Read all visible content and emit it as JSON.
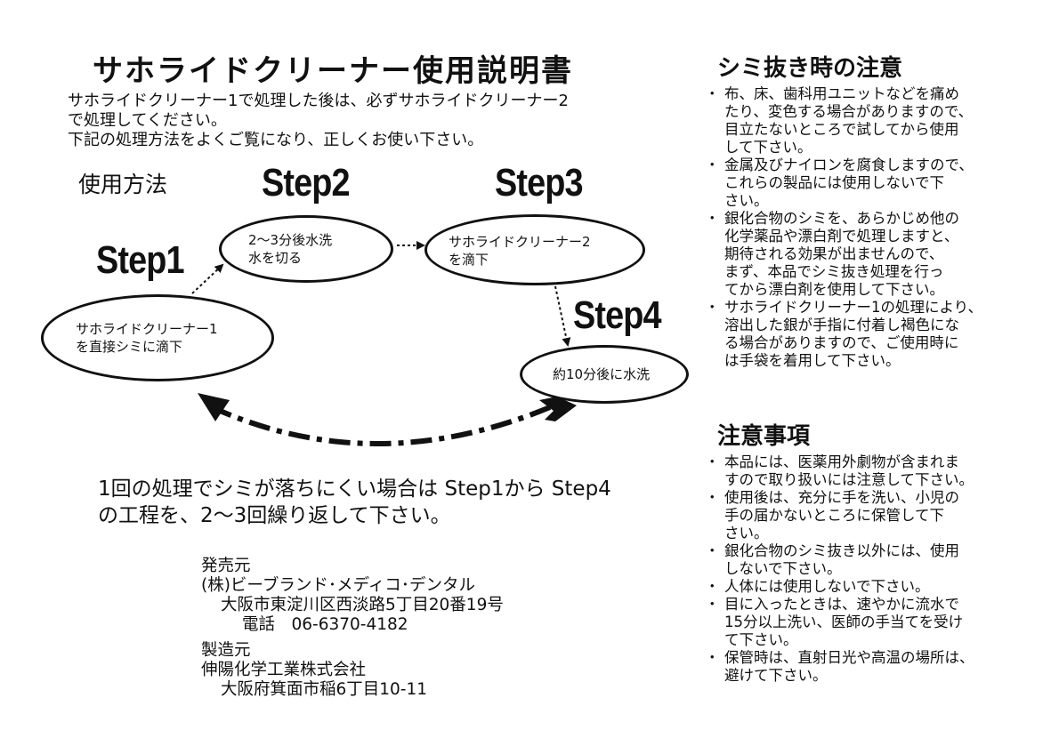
{
  "title": "サホライドクリーナー使用説明書",
  "intro": [
    "サホライドクリーナー1で処理した後は、必ずサホライドクリーナー2",
    "で処理してください。",
    "下記の処理方法をよくご覧になり、正しくお使い下さい。"
  ],
  "usage_heading": "使用方法",
  "steps": {
    "step1": {
      "label": "Step1",
      "text": [
        "サホライドクリーナー1",
        "を直接シミに滴下"
      ]
    },
    "step2": {
      "label": "Step2",
      "text": [
        "2〜3分後水洗",
        "水を切る"
      ]
    },
    "step3": {
      "label": "Step3",
      "text": [
        "サホライドクリーナー2",
        "を滴下"
      ]
    },
    "step4": {
      "label": "Step4",
      "text": [
        "約10分後に水洗"
      ]
    }
  },
  "repeat_note": [
    "1回の処理でシミが落ちにくい場合は Step1から Step4",
    "の工程を、2〜3回繰り返して下さい。"
  ],
  "seller": {
    "heading": "発売元",
    "name": "(株)ビーブランド･メディコ･デンタル",
    "address": "大阪市東淀川区西淡路5丁目20番19号",
    "phone": "電話　06-6370-4182"
  },
  "manufacturer": {
    "heading": "製造元",
    "name": "伸陽化学工業株式会社",
    "address": "大阪府箕面市稲6丁目10-11"
  },
  "stain_removal": {
    "heading": "シミ抜き時の注意",
    "items": [
      [
        "布、床、歯科用ユニットなどを痛め",
        "たり、変色する場合がありますので、",
        "目立たないところで試してから使用",
        "して下さい。"
      ],
      [
        "金属及びナイロンを腐食しますので、",
        "これらの製品には使用しないで下",
        "さい。"
      ],
      [
        "銀化合物のシミを、あらかじめ他の",
        "化学薬品や漂白剤で処理しますと、",
        "期待される効果が出ませんので、",
        "まず、本品でシミ抜き処理を行っ",
        "てから漂白剤を使用して下さい。"
      ],
      [
        "サホライドクリーナー1の処理により、",
        "溶出した銀が手指に付着し褐色にな",
        "る場合がありますので、ご使用時に",
        "は手袋を着用して下さい。"
      ]
    ]
  },
  "precautions": {
    "heading": "注意事項",
    "items": [
      [
        "本品には、医薬用外劇物が含まれま",
        "すので取り扱いには注意して下さい。"
      ],
      [
        "使用後は、充分に手を洗い、小児の",
        "手の届かないところに保管して下",
        "さい。"
      ],
      [
        "銀化合物のシミ抜き以外には、使用",
        "しないで下さい。"
      ],
      [
        "人体には使用しないで下さい。"
      ],
      [
        "目に入ったときは、速やかに流水で",
        "15分以上洗い、医師の手当てを受け",
        "て下さい。"
      ],
      [
        "保管時は、直射日光や高温の場所は、",
        "避けて下さい。"
      ]
    ]
  }
}
